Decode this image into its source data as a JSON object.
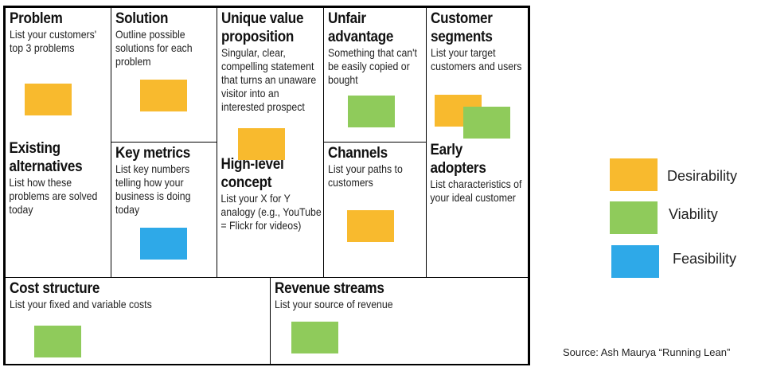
{
  "canvas": {
    "problem": {
      "title": "Problem",
      "desc": "List your customers' top 3 problems"
    },
    "existing_alternatives": {
      "title": "Existing alternatives",
      "desc": "List how these problems are solved today"
    },
    "solution": {
      "title": "Solution",
      "desc": "Outline possible solutions for each problem"
    },
    "key_metrics": {
      "title": "Key metrics",
      "desc": "List key numbers telling how your business is doing today"
    },
    "unique_value_proposition": {
      "title": "Unique value proposition",
      "desc": "Singular, clear, compelling statement that turns an unaware visitor into an interested prospect"
    },
    "high_level_concept": {
      "title": "High-level concept",
      "desc": "List your X for Y analogy (e.g., YouTube = Flickr for videos)"
    },
    "unfair_advantage": {
      "title": "Unfair advantage",
      "desc": "Something that can't be easily copied or bought"
    },
    "channels": {
      "title": "Channels",
      "desc": "List your paths to customers"
    },
    "customer_segments": {
      "title": "Customer segments",
      "desc": "List your target customers and users"
    },
    "early_adopters": {
      "title": "Early adopters",
      "desc": "List characteristics of your ideal customer"
    },
    "cost_structure": {
      "title": "Cost structure",
      "desc": "List your fixed and variable costs"
    },
    "revenue_streams": {
      "title": "Revenue streams",
      "desc": "List your source of revenue"
    }
  },
  "legend": [
    {
      "label": "Desirability",
      "color": "#F8BA2E"
    },
    {
      "label": "Viability",
      "color": "#8FCB5B"
    },
    {
      "label": "Feasibility",
      "color": "#2EA9E8"
    }
  ],
  "source": "Source:  Ash Maurya “Running Lean”"
}
